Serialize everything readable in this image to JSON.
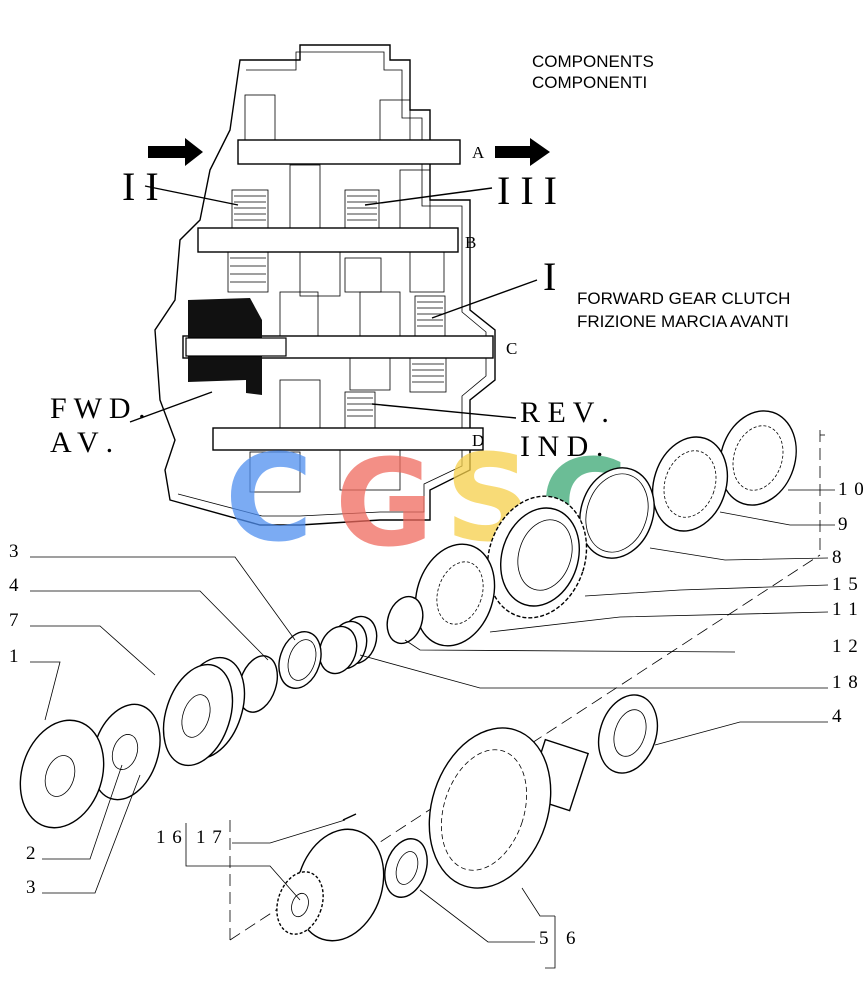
{
  "heading": {
    "line1": "COMPONENTS",
    "line2": "COMPONENTI"
  },
  "clutch_caption": {
    "line1": "FORWARD GEAR CLUTCH",
    "line2": "FRIZIONE MARCIA AVANTI"
  },
  "section_markers": {
    "roman_left": "I  I",
    "roman_right": "I  I  I",
    "roman_single": "I",
    "fwd": "F W D .",
    "av": "A V .",
    "rev": "R E V .",
    "ind": "I N D ."
  },
  "shaft_labels": {
    "a": "A",
    "b": "B",
    "c": "C",
    "d": "D"
  },
  "watermark": {
    "letters": [
      "C",
      "G",
      "S",
      "C"
    ],
    "colors": [
      "#4f8ff0",
      "#ef6a5e",
      "#f6cf4a",
      "#3aa874"
    ]
  },
  "callouts": {
    "c3a": "3",
    "c4a": "4",
    "c7": "7",
    "c1": "1",
    "c2": "2",
    "c3b": "3",
    "c10": "1 0",
    "c9": "9",
    "c8": "8",
    "c15": "1 5",
    "c11": "1 1",
    "c12": "1 2",
    "c18": "1 8",
    "c4b": "4",
    "c16": "1 6",
    "c17": "1 7",
    "c5": "5",
    "c6": "6"
  }
}
